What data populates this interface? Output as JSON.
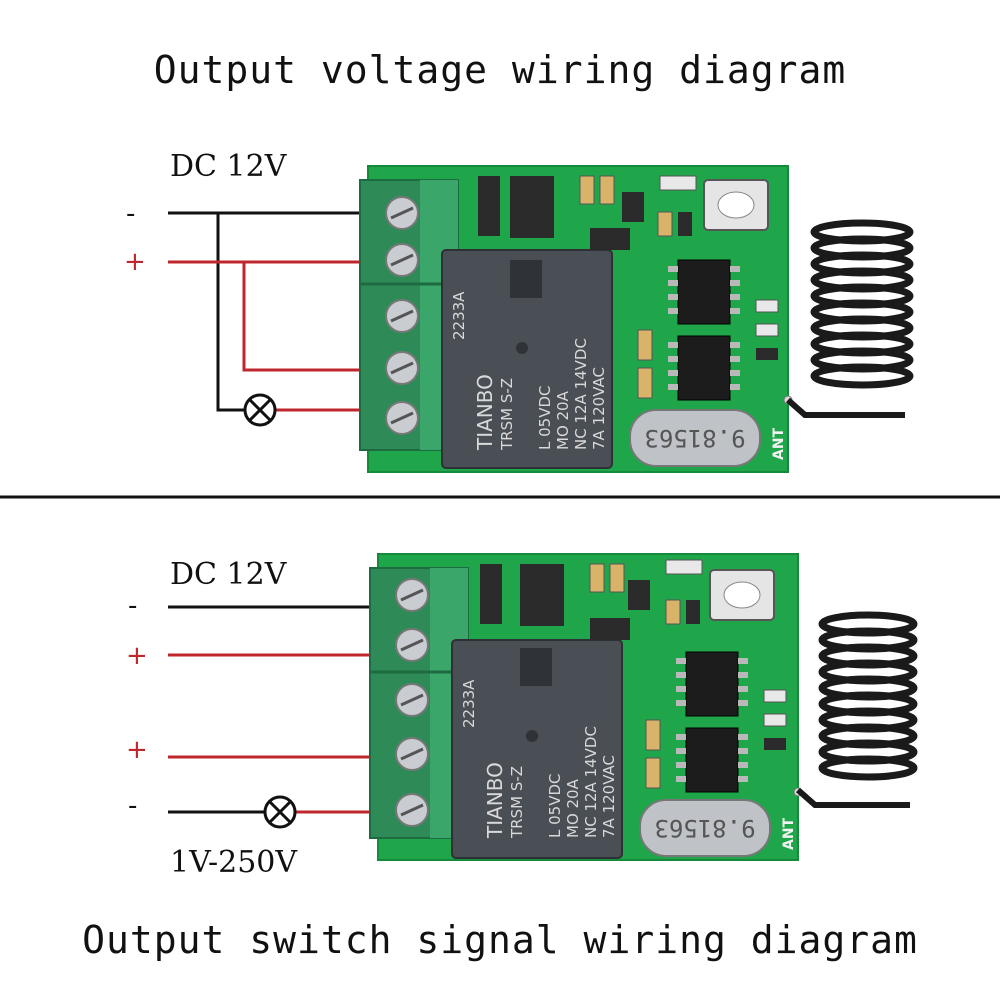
{
  "top": {
    "title": "Output voltage wiring diagram",
    "supply_label": "DC 12V",
    "signs": [
      "-",
      "+"
    ]
  },
  "bottom": {
    "title": "Output switch signal wiring diagram",
    "supply_label": "DC 12V",
    "load_voltage_label": "1V-250V",
    "signs": [
      "-",
      "+",
      "+",
      "-"
    ]
  },
  "board": {
    "relay_lines": [
      "TIANBO",
      "TRSM S-Z",
      "L 05VDC",
      "MO 20A",
      "NC 12A 14VDC",
      "7A 120VAC"
    ],
    "relay_model": "2233A",
    "crystal_label": "9.81563",
    "antenna_label": "ANT"
  },
  "colors": {
    "pcb": "#1fa64a",
    "terminal": "#2e8b57",
    "wire_negative": "#111111",
    "wire_positive": "#c0272d",
    "relay": "#4a4f55",
    "antenna": "#1a1a1a"
  }
}
